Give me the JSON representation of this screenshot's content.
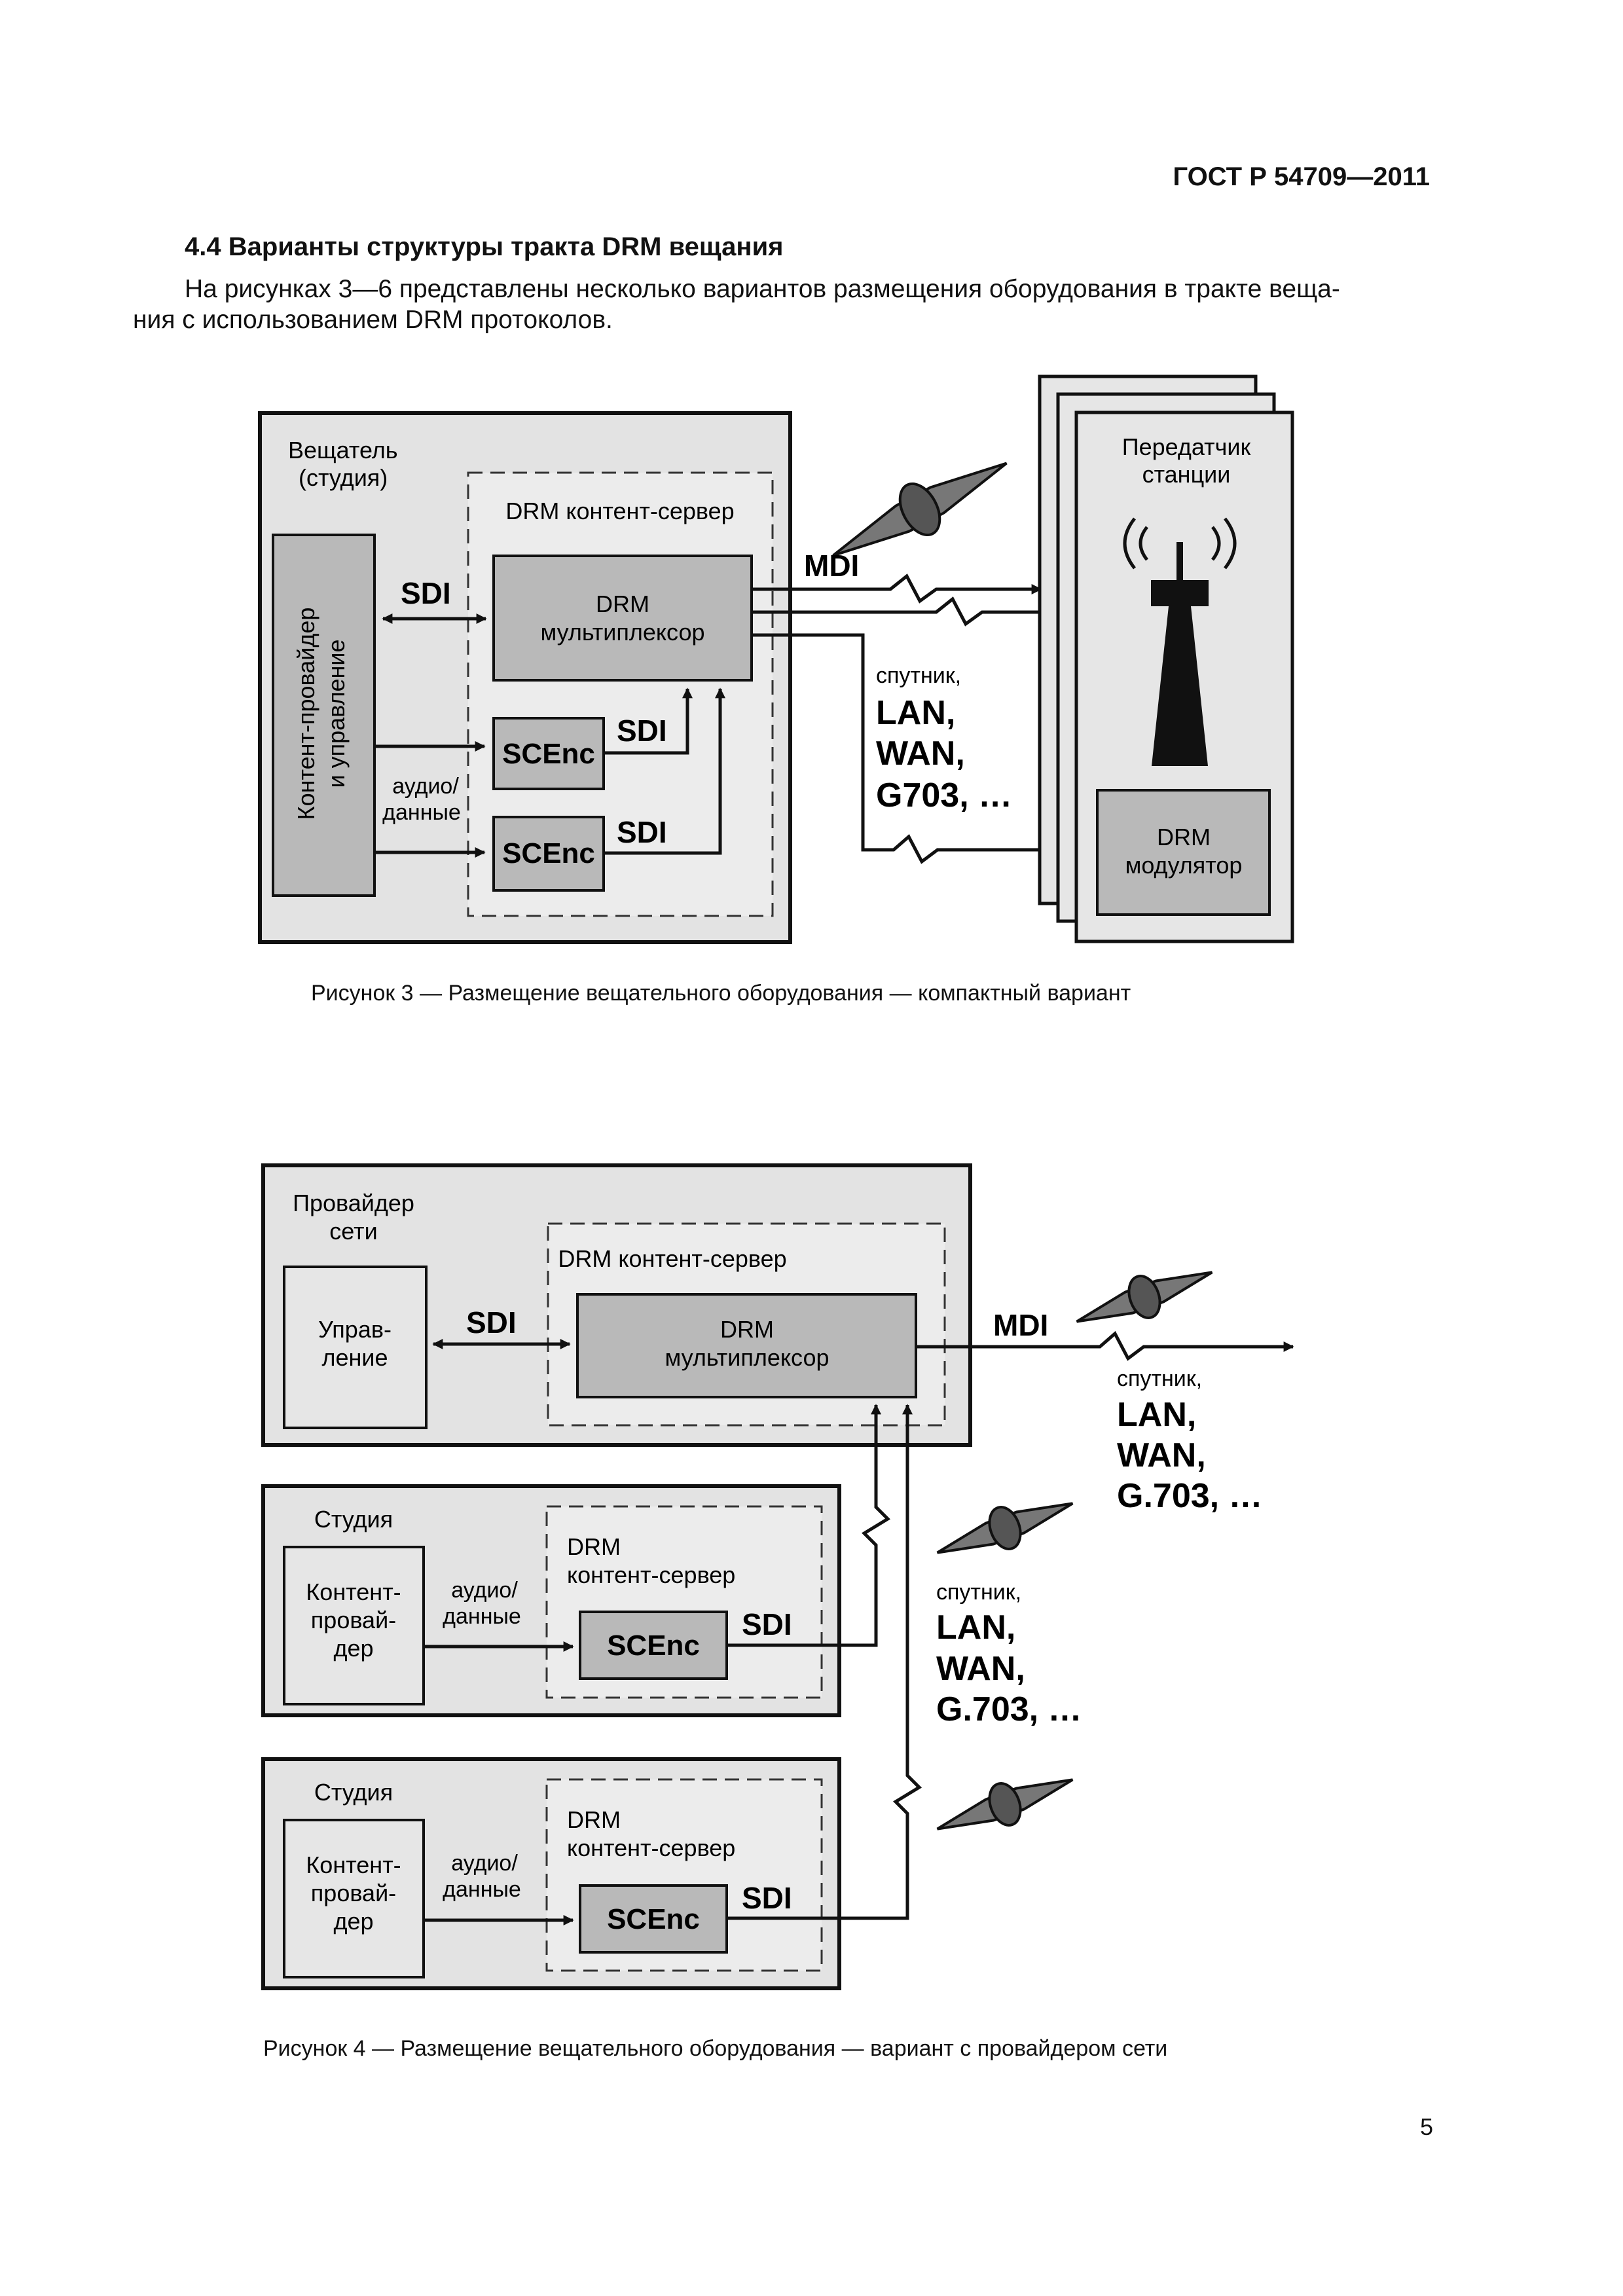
{
  "header": {
    "doc_id": "ГОСТ Р 54709—2011"
  },
  "section": {
    "title": "4.4 Варианты структуры тракта DRM вещания",
    "paragraph_line1": "На рисунках 3—6 представлены несколько вариантов размещения оборудования в тракте веща-",
    "paragraph_line2": "ния с использованием DRM протоколов."
  },
  "figure3": {
    "broadcaster": "Вещатель",
    "broadcaster_sub": "(студия)",
    "server": "DRM контент-сервер",
    "provider_line1": "Контент-провайдер",
    "provider_line2": "и управление",
    "sdi": "SDI",
    "mux_line1": "DRM",
    "mux_line2": "мультиплексор",
    "scenc": "SCEnc",
    "audio_line1": "аудио/",
    "audio_line2": "данные",
    "mdi": "MDI",
    "link_small": "спутник,",
    "link_b1": "LAN,",
    "link_b2": "WAN,",
    "link_b3": "G703, …",
    "tx_line1": "Передатчик",
    "tx_line2": "станции",
    "mod_line1": "DRM",
    "mod_line2": "модулятор",
    "caption": "Рисунок  3 — Размещение вещательного оборудования — компактный вариант"
  },
  "figure4": {
    "net_provider_line1": "Провайдер",
    "net_provider_line2": "сети",
    "server": "DRM контент-сервер",
    "control_line1": "Управ-",
    "control_line2": "ление",
    "sdi": "SDI",
    "mux_line1": "DRM",
    "mux_line2": "мультиплексор",
    "mdi": "MDI",
    "link_small": "спутник,",
    "link_b1": "LAN,",
    "link_b2": "WAN,",
    "link_b3": "G.703, …",
    "studio": "Студия",
    "server2_line1": "DRM",
    "server2_line2": "контент-сервер",
    "cp_line1": "Контент-",
    "cp_line2": "провай-",
    "cp_line3": "дер",
    "audio_line1": "аудио/",
    "audio_line2": "данные",
    "scenc": "SCEnc",
    "caption": "Рисунок  4 — Размещение вещательного оборудования — вариант с провайдером сети"
  },
  "page_number": "5"
}
